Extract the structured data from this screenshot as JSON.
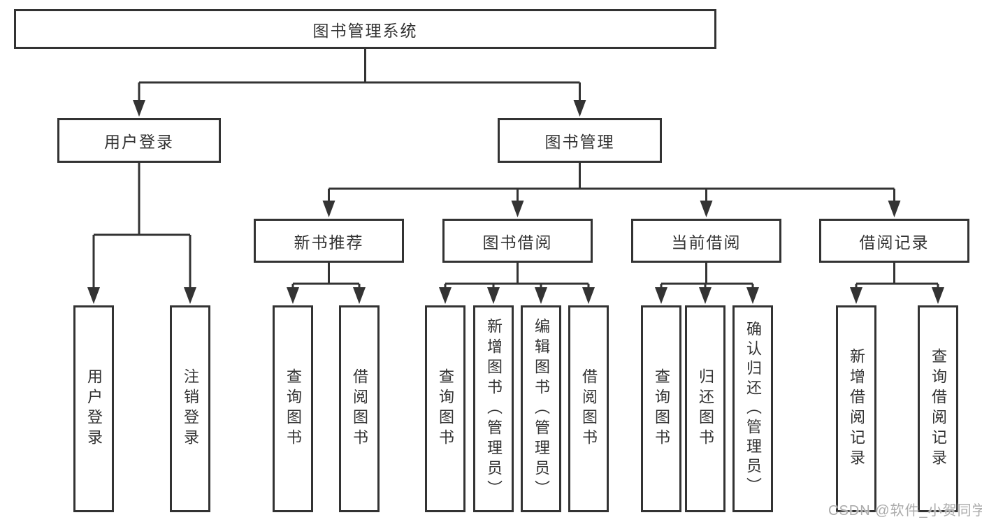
{
  "tree": {
    "label": "图书管理系统",
    "children": [
      {
        "label": "用户登录",
        "children": [
          {
            "label": "用户登录"
          },
          {
            "label": "注销登录"
          }
        ]
      },
      {
        "label": "图书管理",
        "children": [
          {
            "label": "新书推荐",
            "children": [
              {
                "label": "查询图书"
              },
              {
                "label": "借阅图书"
              }
            ]
          },
          {
            "label": "图书借阅",
            "children": [
              {
                "label": "查询图书"
              },
              {
                "label": "新增图书（管理员）"
              },
              {
                "label": "编辑图书（管理员）"
              },
              {
                "label": "借阅图书"
              }
            ]
          },
          {
            "label": "当前借阅",
            "children": [
              {
                "label": "查询图书"
              },
              {
                "label": "归还图书"
              },
              {
                "label": "确认归还（管理员）"
              }
            ]
          },
          {
            "label": "借阅记录",
            "children": [
              {
                "label": "新增借阅记录"
              },
              {
                "label": "查询借阅记录"
              }
            ]
          }
        ]
      }
    ]
  },
  "watermark": {
    "text": "CSDN @软件_小贺同学"
  },
  "colors": {
    "line": "#333333",
    "box_border": "#333333",
    "text": "#333333",
    "watermark": "#ababab",
    "background": "#ffffff"
  }
}
